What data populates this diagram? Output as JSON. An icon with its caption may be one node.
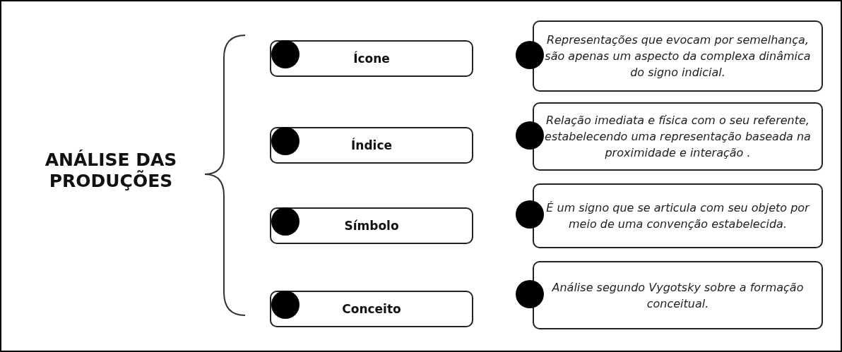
{
  "diagram": {
    "nodes": [
      {
        "text": [
          "ANÁLISE DAS PRODUÇÕES"
        ]
      },
      {
        "text": [
          "Ícone"
        ]
      },
      {
        "text": [
          "Índice"
        ]
      },
      {
        "text": [
          "Símbolo"
        ]
      },
      {
        "text": [
          "Conceito"
        ]
      },
      {
        "text": [
          "Representações que evocam por semelhança, são apenas um aspecto da complexa dinâmica do signo indicial."
        ]
      },
      {
        "text": [
          "Relação imediata e física com o seu referente, estabelecendo uma representação baseada na proximidade e interação ."
        ]
      },
      {
        "text": [
          "É um signo que se articula com seu objeto por meio de uma convenção estabelecida."
        ]
      },
      {
        "text": [
          "Análise segundo Vygotsky sobre a formação conceitual."
        ]
      }
    ]
  }
}
